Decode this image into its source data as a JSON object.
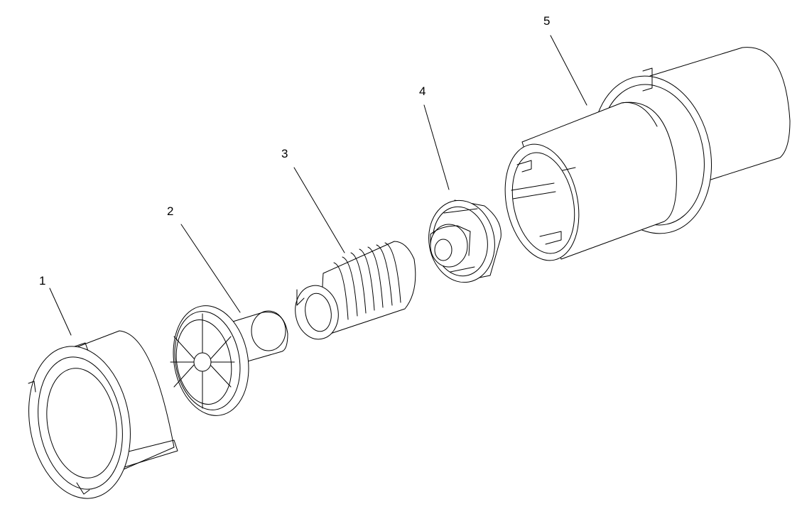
{
  "diagram": {
    "callouts": [
      {
        "id": "1"
      },
      {
        "id": "2"
      },
      {
        "id": "3"
      },
      {
        "id": "4"
      },
      {
        "id": "5"
      }
    ]
  },
  "colors": {
    "line": "#000000",
    "background": "#ffffff"
  }
}
